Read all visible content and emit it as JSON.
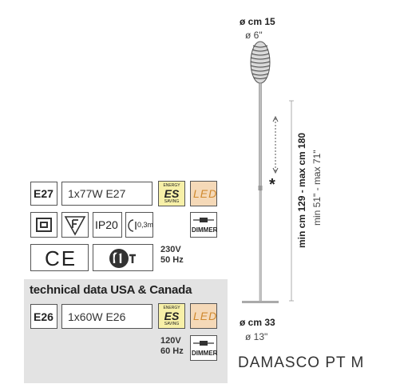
{
  "dimensions": {
    "top_diameter_cm": "ø cm 15",
    "top_diameter_in": "ø 6\"",
    "height_cm": "min cm 129 - max cm 180",
    "height_in": "min 51\" - max 71\"",
    "adjust_mark": "*",
    "base_diameter_cm": "ø cm 33",
    "base_diameter_in": "ø 13\""
  },
  "eu_specs": {
    "socket": "E27",
    "bulb": "1x77W E27",
    "ip_rating": "IP20",
    "distance": "0,3m",
    "voltage_line1": "230V",
    "voltage_line2": "50 Hz",
    "dimmer": "DIMMER",
    "led": "LED",
    "ce": "CE"
  },
  "energy_badge": {
    "top": "ENERGY",
    "mark": "ES",
    "bottom": "SAVING"
  },
  "usa_specs": {
    "heading": "technical data USA & Canada",
    "socket": "E26",
    "bulb": "1x60W E26",
    "voltage_line1": "120V",
    "voltage_line2": "60 Hz",
    "dimmer": "DIMMER",
    "led": "LED"
  },
  "product_name": "DAMASCO PT M",
  "colors": {
    "energy_bg": "#f7f0a8",
    "led_bg": "#f5d9b8",
    "led_text": "#d08a30",
    "panel_grey": "#e3e3e3"
  }
}
